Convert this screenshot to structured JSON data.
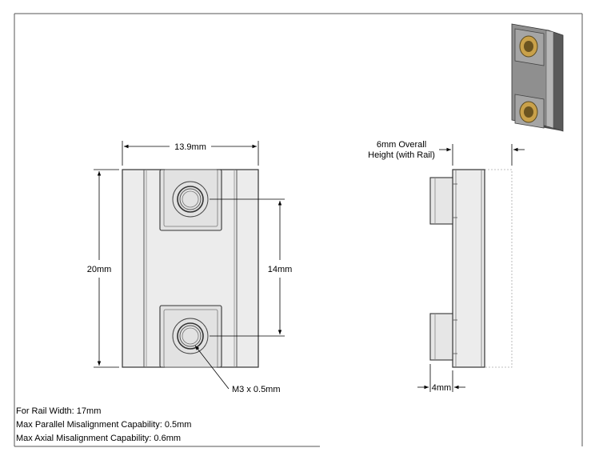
{
  "dimensions": {
    "width": "13.9mm",
    "height": "20mm",
    "hole_spacing": "14mm",
    "thread": "M3 x 0.5mm",
    "overall_height_line1": "6mm Overall",
    "overall_height_line2": "Height (with Rail)",
    "thickness": "4mm"
  },
  "notes": [
    "For Rail Width: 17mm",
    "Max Parallel Misalignment Capability: 0.5mm",
    "Max Axial Misalignment Capability: 0.6mm"
  ],
  "colors": {
    "part_fill": "#e6e6e6",
    "part_outline": "#333333",
    "iso_dark": "#6f6f6f",
    "iso_light": "#b0b0b0",
    "brass": "#c9a14a"
  }
}
